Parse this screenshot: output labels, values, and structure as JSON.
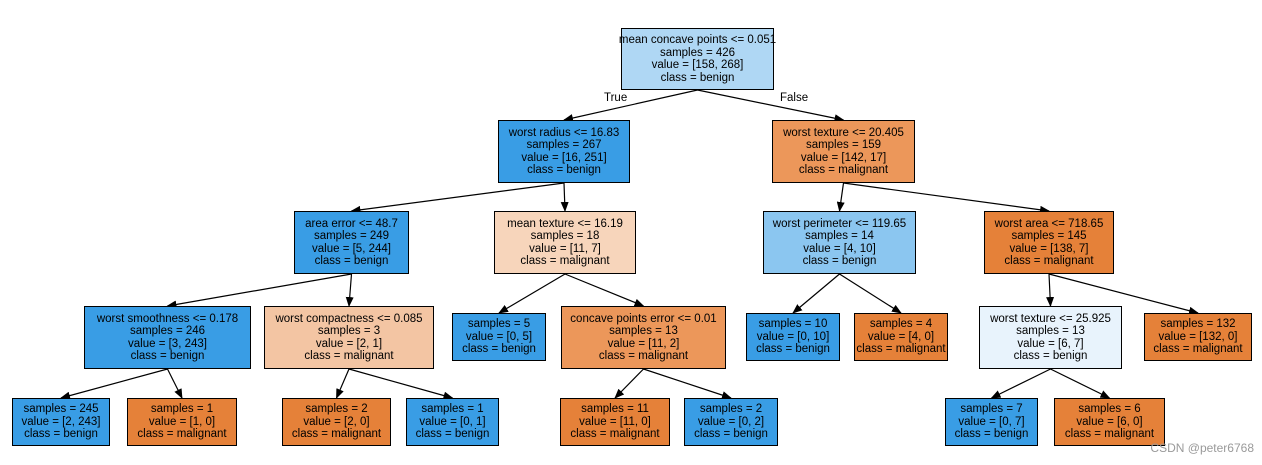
{
  "colors": {
    "benign_dark": "#399de5",
    "benign_mid": "#8bc6f0",
    "benign_light": "#afd7f4",
    "benign_pale": "#e8f3fc",
    "malignant_dark": "#e58139",
    "malignant_mid": "#ec975a",
    "malignant_light": "#f3c5a3",
    "malignant_pale": "#f7d5bb",
    "edge": "#000000"
  },
  "tree": {
    "nodes": [
      {
        "id": "n0",
        "lines": [
          "mean concave points <= 0.051",
          "samples = 426",
          "value = [158, 268]",
          "class = benign"
        ],
        "color": "benign_light"
      },
      {
        "id": "n1",
        "lines": [
          "worst radius <= 16.83",
          "samples = 267",
          "value = [16, 251]",
          "class = benign"
        ],
        "color": "benign_dark"
      },
      {
        "id": "n2",
        "lines": [
          "worst texture <= 20.405",
          "samples = 159",
          "value = [142, 17]",
          "class = malignant"
        ],
        "color": "malignant_mid"
      },
      {
        "id": "n3",
        "lines": [
          "area error <= 48.7",
          "samples = 249",
          "value = [5, 244]",
          "class = benign"
        ],
        "color": "benign_dark"
      },
      {
        "id": "n4",
        "lines": [
          "mean texture <= 16.19",
          "samples = 18",
          "value = [11, 7]",
          "class = malignant"
        ],
        "color": "malignant_pale"
      },
      {
        "id": "n5",
        "lines": [
          "worst perimeter <= 119.65",
          "samples = 14",
          "value = [4, 10]",
          "class = benign"
        ],
        "color": "benign_mid"
      },
      {
        "id": "n6",
        "lines": [
          "worst area <= 718.65",
          "samples = 145",
          "value = [138, 7]",
          "class = malignant"
        ],
        "color": "malignant_dark"
      },
      {
        "id": "n7",
        "lines": [
          "worst smoothness <= 0.178",
          "samples = 246",
          "value = [3, 243]",
          "class = benign"
        ],
        "color": "benign_dark"
      },
      {
        "id": "n8",
        "lines": [
          "worst compactness <= 0.085",
          "samples = 3",
          "value = [2, 1]",
          "class = malignant"
        ],
        "color": "malignant_light"
      },
      {
        "id": "n9",
        "lines": [
          "samples = 5",
          "value = [0, 5]",
          "class = benign"
        ],
        "color": "benign_dark"
      },
      {
        "id": "n10",
        "lines": [
          "concave points error <= 0.01",
          "samples = 13",
          "value = [11, 2]",
          "class = malignant"
        ],
        "color": "malignant_mid"
      },
      {
        "id": "n11",
        "lines": [
          "samples = 10",
          "value = [0, 10]",
          "class = benign"
        ],
        "color": "benign_dark"
      },
      {
        "id": "n12",
        "lines": [
          "samples = 4",
          "value = [4, 0]",
          "class = malignant"
        ],
        "color": "malignant_dark"
      },
      {
        "id": "n13",
        "lines": [
          "worst texture <= 25.925",
          "samples = 13",
          "value = [6, 7]",
          "class = benign"
        ],
        "color": "benign_pale"
      },
      {
        "id": "n14",
        "lines": [
          "samples = 132",
          "value = [132, 0]",
          "class = malignant"
        ],
        "color": "malignant_dark"
      },
      {
        "id": "n15",
        "lines": [
          "samples = 245",
          "value = [2, 243]",
          "class = benign"
        ],
        "color": "benign_dark"
      },
      {
        "id": "n16",
        "lines": [
          "samples = 1",
          "value = [1, 0]",
          "class = malignant"
        ],
        "color": "malignant_dark"
      },
      {
        "id": "n17",
        "lines": [
          "samples = 2",
          "value = [2, 0]",
          "class = malignant"
        ],
        "color": "malignant_dark"
      },
      {
        "id": "n18",
        "lines": [
          "samples = 1",
          "value = [0, 1]",
          "class = benign"
        ],
        "color": "benign_dark"
      },
      {
        "id": "n19",
        "lines": [
          "samples = 11",
          "value = [11, 0]",
          "class = malignant"
        ],
        "color": "malignant_dark"
      },
      {
        "id": "n20",
        "lines": [
          "samples = 2",
          "value = [0, 2]",
          "class = benign"
        ],
        "color": "benign_dark"
      },
      {
        "id": "n21",
        "lines": [
          "samples = 7",
          "value = [0, 7]",
          "class = benign"
        ],
        "color": "benign_dark"
      },
      {
        "id": "n22",
        "lines": [
          "samples = 6",
          "value = [6, 0]",
          "class = malignant"
        ],
        "color": "malignant_dark"
      }
    ],
    "edges": [
      {
        "from": "n0",
        "to": "n1",
        "label": "True"
      },
      {
        "from": "n0",
        "to": "n2",
        "label": "False"
      },
      {
        "from": "n1",
        "to": "n3"
      },
      {
        "from": "n1",
        "to": "n4"
      },
      {
        "from": "n2",
        "to": "n5"
      },
      {
        "from": "n2",
        "to": "n6"
      },
      {
        "from": "n3",
        "to": "n7"
      },
      {
        "from": "n3",
        "to": "n8"
      },
      {
        "from": "n4",
        "to": "n9"
      },
      {
        "from": "n4",
        "to": "n10"
      },
      {
        "from": "n5",
        "to": "n11"
      },
      {
        "from": "n5",
        "to": "n12"
      },
      {
        "from": "n6",
        "to": "n13"
      },
      {
        "from": "n6",
        "to": "n14"
      },
      {
        "from": "n7",
        "to": "n15"
      },
      {
        "from": "n7",
        "to": "n16"
      },
      {
        "from": "n8",
        "to": "n17"
      },
      {
        "from": "n8",
        "to": "n18"
      },
      {
        "from": "n10",
        "to": "n19"
      },
      {
        "from": "n10",
        "to": "n20"
      },
      {
        "from": "n13",
        "to": "n21"
      },
      {
        "from": "n13",
        "to": "n22"
      }
    ]
  },
  "watermark": "CSDN @peter6768"
}
